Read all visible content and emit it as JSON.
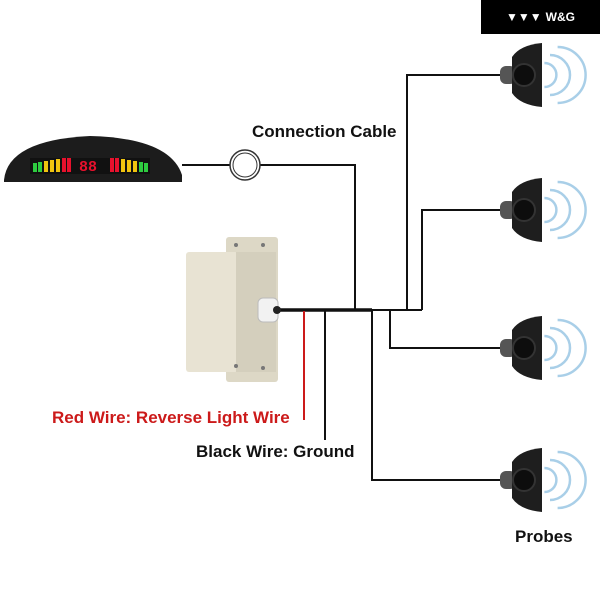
{
  "brand": {
    "logo_text": "W&G",
    "logo_icon": "triple-chevron-logo-icon"
  },
  "labels": {
    "connection_cable": "Connection Cable",
    "red_wire": "Red Wire: Reverse Light Wire",
    "black_wire": "Black Wire: Ground",
    "probes": "Probes"
  },
  "display": {
    "readout": "88",
    "led_colors": [
      "#2ecc40",
      "#f1c40f",
      "#e8112d"
    ]
  },
  "colors": {
    "wire": "#111111",
    "red_wire": "#cc1a1a",
    "control_box": "#e8e3d3",
    "probe": "#1e1e1e",
    "signal_wave": "#a9cfe8"
  },
  "components": [
    "display-unit",
    "connection-cable-connector",
    "control-box",
    "probe-1",
    "probe-2",
    "probe-3",
    "probe-4"
  ]
}
